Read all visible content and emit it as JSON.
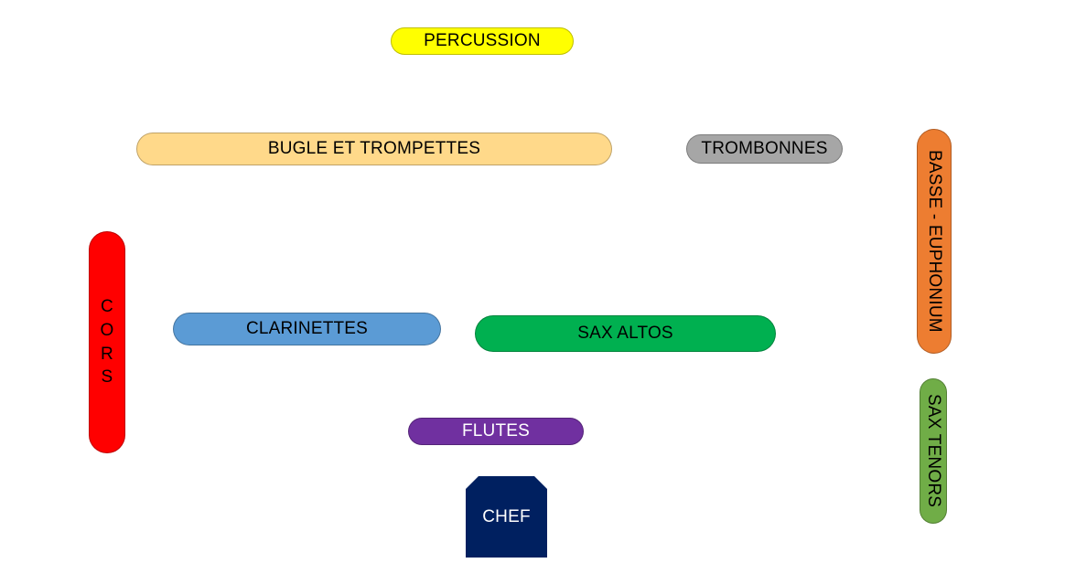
{
  "sections": {
    "percussion": {
      "label": "PERCUSSION",
      "color": "#ffff00",
      "text_color": "#000000"
    },
    "bugle": {
      "label": "BUGLE ET TROMPETTES",
      "color": "#ffd98a",
      "text_color": "#000000"
    },
    "trombonnes": {
      "label": "TROMBONNES",
      "color": "#a6a6a6",
      "text_color": "#000000"
    },
    "basse": {
      "label": "BASSE - EUPHONIUM",
      "color": "#ed7d31",
      "text_color": "#000000"
    },
    "cors": {
      "label": "CORS",
      "letters": [
        "C",
        "O",
        "R",
        "S"
      ],
      "color": "#ff0000",
      "text_color": "#000000"
    },
    "clarinettes": {
      "label": "CLARINETTES",
      "color": "#5b9bd5",
      "text_color": "#000000"
    },
    "sax_altos": {
      "label": "SAX ALTOS",
      "color": "#00b050",
      "text_color": "#000000"
    },
    "flutes": {
      "label": "FLUTES",
      "color": "#7030a0",
      "text_color": "#ffffff"
    },
    "sax_tenors": {
      "label": "SAX TENORS",
      "color": "#70ad47",
      "text_color": "#000000"
    },
    "chef": {
      "label": "CHEF",
      "color": "#002060",
      "text_color": "#ffffff"
    }
  }
}
